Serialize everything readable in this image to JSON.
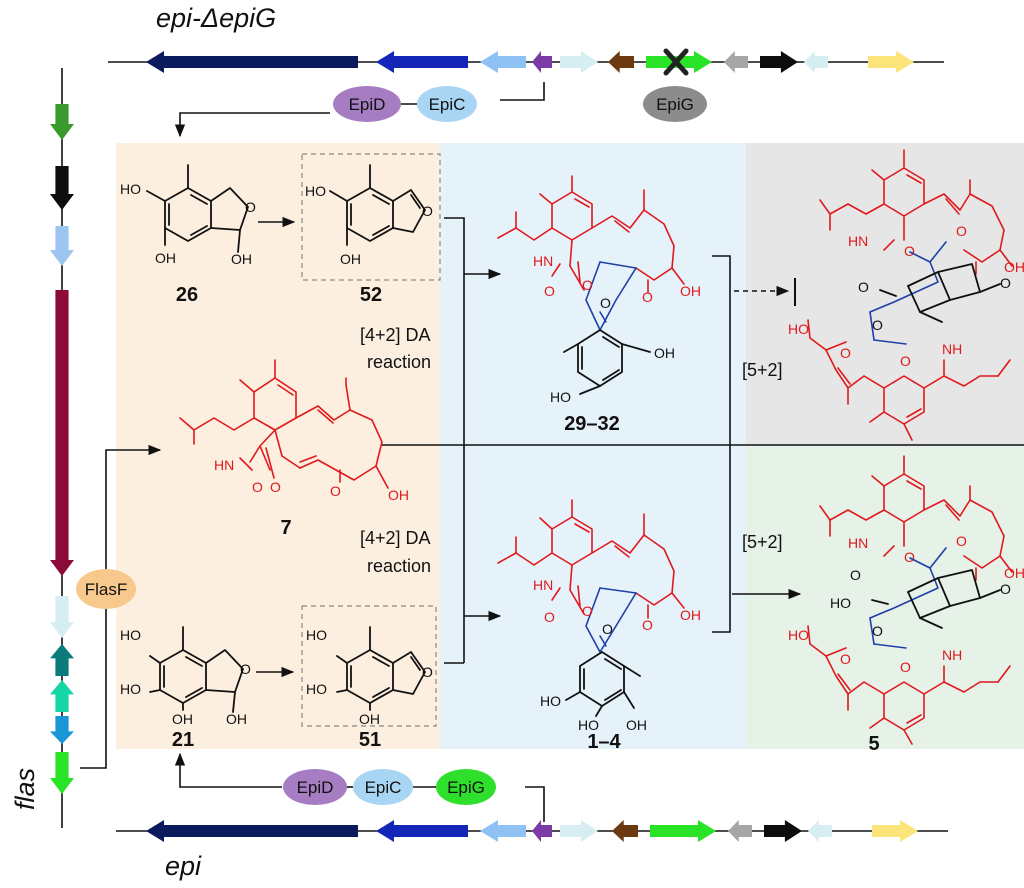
{
  "top_cluster": {
    "title": "epi-ΔepiG",
    "genes": [
      {
        "color": "#0b1a5c",
        "direction": "left"
      },
      {
        "color": "#1426b8",
        "direction": "left"
      },
      {
        "color": "#8ec2f4",
        "direction": "left"
      },
      {
        "color": "#7b3aa6",
        "direction": "left"
      },
      {
        "color": "#d6eef2",
        "direction": "right"
      },
      {
        "color": "#6b3a10",
        "direction": "left"
      },
      {
        "color": "#29e326",
        "direction": "right",
        "deleted": true
      },
      {
        "color": "#a6a6a6",
        "direction": "left"
      },
      {
        "color": "#0d0d0d",
        "direction": "right"
      },
      {
        "color": "#d6eef2",
        "direction": "left"
      },
      {
        "color": "#fbe47a",
        "direction": "right"
      }
    ],
    "enzymes": [
      {
        "label": "EpiD",
        "color": "#a67dc2"
      },
      {
        "label": "EpiC",
        "color": "#a9d5f5"
      },
      {
        "label": "EpiG",
        "color": "#8c8c8c"
      }
    ]
  },
  "bottom_cluster": {
    "title": "epi",
    "enzymes": [
      {
        "label": "EpiD",
        "color": "#a67dc2"
      },
      {
        "label": "EpiC",
        "color": "#a9d5f5"
      },
      {
        "label": "EpiG",
        "color": "#2ee02b"
      }
    ]
  },
  "flas_cluster": {
    "title": "flas",
    "enzyme": {
      "label": "FlasF",
      "color": "#f8c98c"
    },
    "genes": [
      {
        "color": "#3a9a2e",
        "direction": "down"
      },
      {
        "color": "#0d0d0d",
        "direction": "down"
      },
      {
        "color": "#9cc6f0",
        "direction": "down"
      },
      {
        "color": "#8c0a3a",
        "direction": "down"
      },
      {
        "color": "#d6eef2",
        "direction": "down"
      },
      {
        "color": "#0a7a7a",
        "direction": "up"
      },
      {
        "color": "#16d6a6",
        "direction": "up"
      },
      {
        "color": "#1a96d6",
        "direction": "down"
      },
      {
        "color": "#29e326",
        "direction": "down"
      }
    ]
  },
  "panels": {
    "left_color": "#fcefdf",
    "middle_color": "#e6f2fa",
    "right_top_color": "#e6e6e6",
    "right_bottom_color": "#e6f1e8"
  },
  "atoms": {
    "ho": "HO",
    "oh": "OH",
    "o": "O",
    "hn": "HN",
    "nh": "NH"
  },
  "compounds": {
    "c26": "26",
    "c52": "52",
    "c21": "21",
    "c51": "51",
    "c7": "7",
    "c29_32": "29–32",
    "c1_4": "1–4",
    "c5": "5"
  },
  "reactions": {
    "da_line1": "[4+2] DA",
    "da_line2": "reaction",
    "cyclo": "[5+2]"
  },
  "colors": {
    "macrocycle_red": "#e0191c",
    "bridge_blue": "#1f3fa8"
  }
}
